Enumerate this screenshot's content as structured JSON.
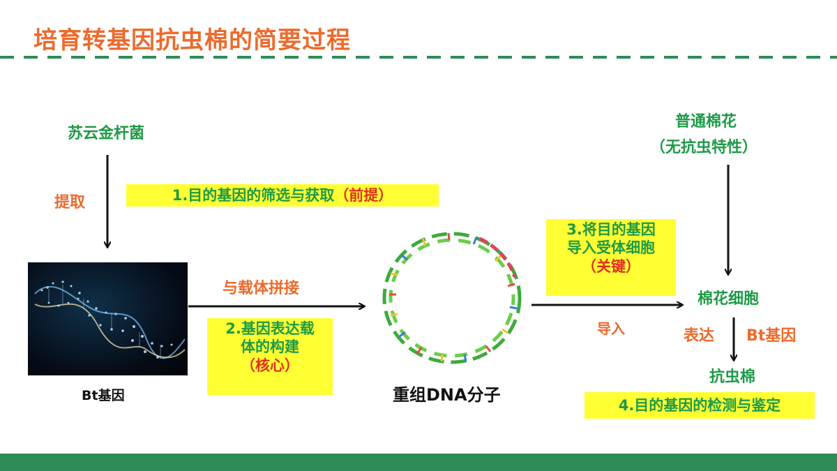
{
  "title": "培育转基因抗虫棉的简要过程",
  "labels": {
    "source_bacterium": "苏云金杆菌",
    "extract": "提取",
    "bt_gene": "Bt基因",
    "splice_with_vector": "与载体拼接",
    "recombinant_dna": "重组DNA分子",
    "import": "导入",
    "ordinary_cotton_line1": "普通棉花",
    "ordinary_cotton_line2": "（无抗虫特性）",
    "cotton_cell": "棉花细胞",
    "express": "表达",
    "express_gene": "Bt基因",
    "insect_resistant_cotton": "抗虫棉"
  },
  "steps": {
    "step1": {
      "text": "1.目的基因的筛选与获取",
      "note": "（前提）"
    },
    "step2": {
      "line1": "2.基因表达载",
      "line2": "体的构建",
      "note": "（核心）"
    },
    "step3": {
      "line1": "3.将目的基因",
      "line2": "导入受体细胞",
      "note": "（关键）"
    },
    "step4": {
      "text": "4.目的基因的检测与鉴定"
    }
  },
  "colors": {
    "title": "#ED6A2C",
    "green_text": "#1E9A47",
    "highlight": "#FFFF33",
    "note_red": "#E0301E",
    "bar": "#2E8B57"
  }
}
